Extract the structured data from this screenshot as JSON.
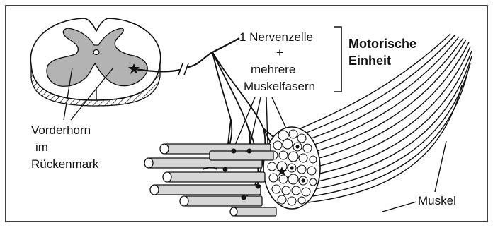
{
  "labels": {
    "nerve_cell": "1 Nervenzelle",
    "plus": "+",
    "several": "mehrere",
    "muscle_fibers": "Muskelfasern",
    "title_line1": "Motorische",
    "title_line2": "Einheit",
    "anterior_horn_line1": "Vorderhorn",
    "anterior_horn_line2": "im",
    "anterior_horn_line3": "Rückenmark",
    "muscle": "Muskel"
  },
  "colors": {
    "ink": "#111111",
    "gray_matter": "#b3b3b3",
    "fiber_fill": "#d6d6d6",
    "background": "#ffffff"
  }
}
